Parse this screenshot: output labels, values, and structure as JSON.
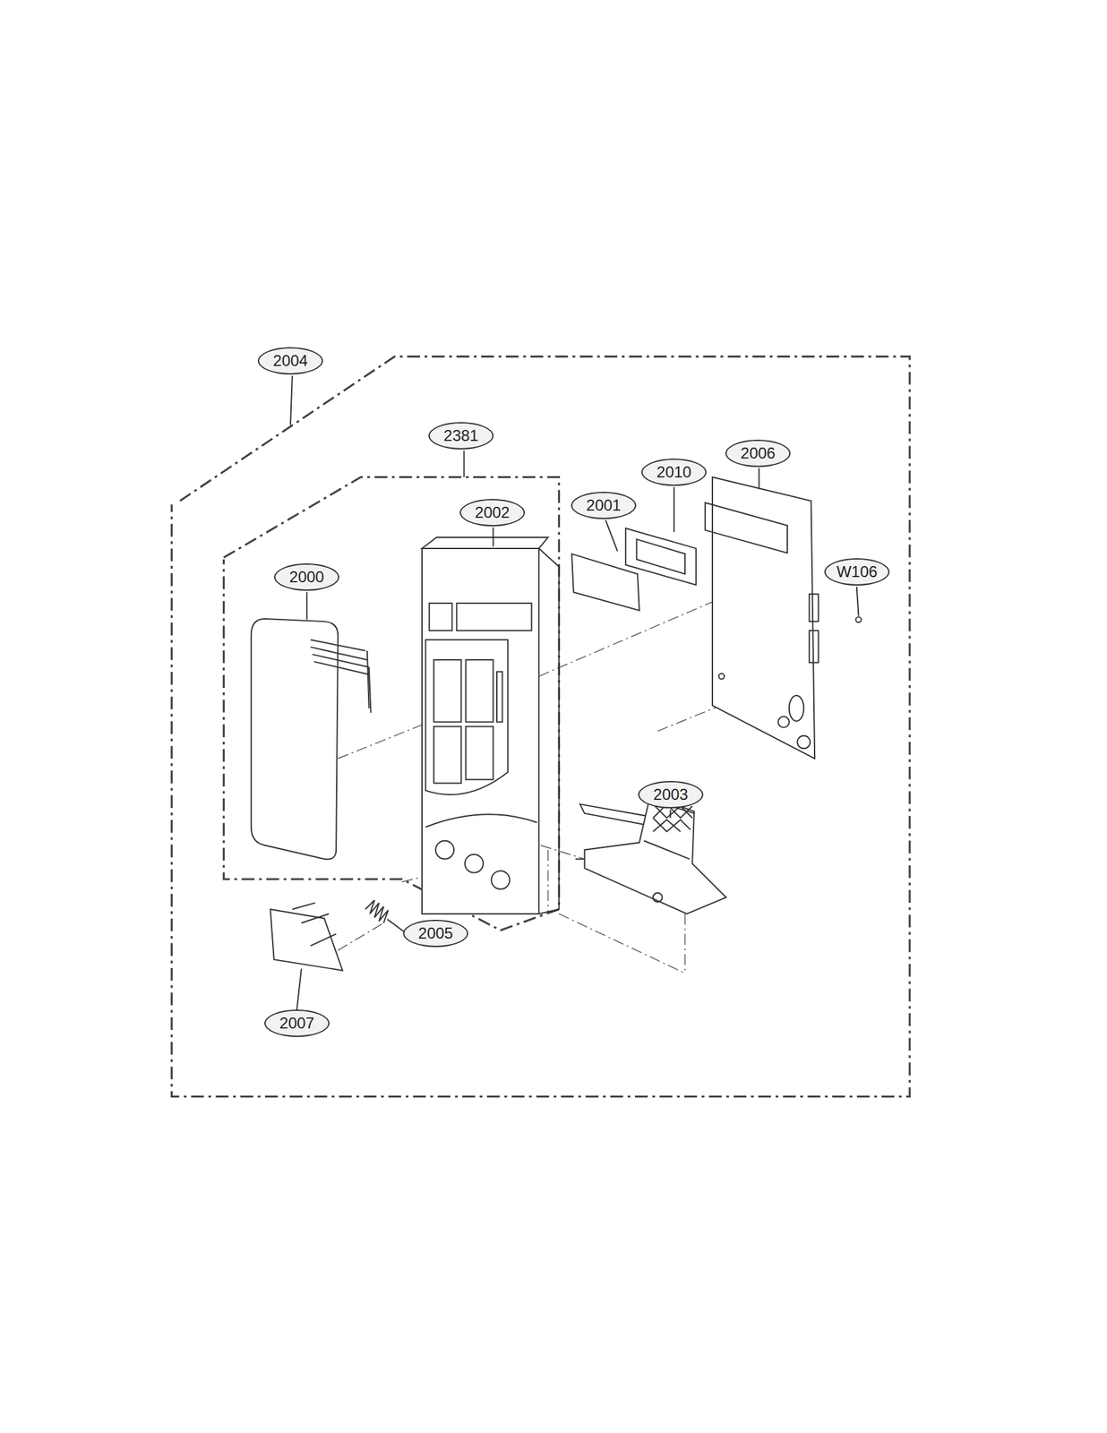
{
  "diagram": {
    "labels": [
      "2004",
      "2381",
      "2002",
      "2000",
      "2001",
      "2010",
      "2006",
      "W106",
      "2003",
      "2005",
      "2007"
    ]
  }
}
